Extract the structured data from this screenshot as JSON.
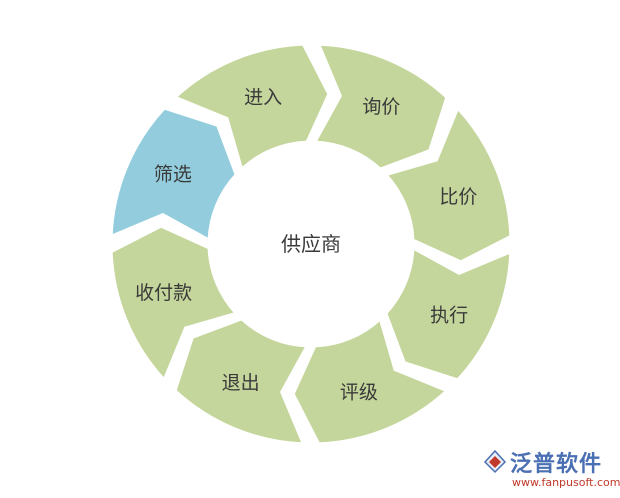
{
  "diagram": {
    "center_label": "供应商",
    "segments": [
      {
        "label": "进入",
        "color": "#c4d69b"
      },
      {
        "label": "询价",
        "color": "#c4d69b"
      },
      {
        "label": "比价",
        "color": "#c4d69b"
      },
      {
        "label": "执行",
        "color": "#c4d69b"
      },
      {
        "label": "评级",
        "color": "#c4d69b"
      },
      {
        "label": "退出",
        "color": "#c4d69b"
      },
      {
        "label": "收付款",
        "color": "#c4d69b"
      },
      {
        "label": "筛选",
        "color": "#93cddd"
      }
    ]
  },
  "watermark": {
    "brand": "泛普软件",
    "url": "www.fanpusoft.com",
    "icon": "fanpu-logo-icon"
  }
}
